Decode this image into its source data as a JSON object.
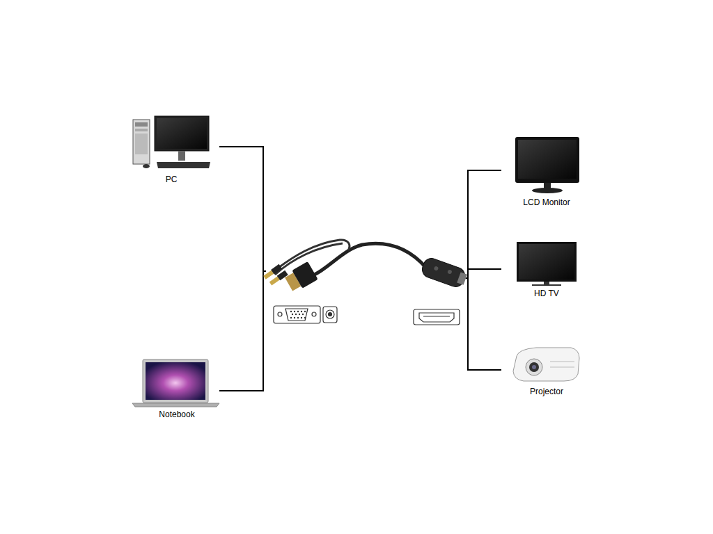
{
  "diagram": {
    "labels": [
      "PC",
      "Notebook",
      "LCD Monitor",
      "HD TV",
      "Projector"
    ]
  }
}
